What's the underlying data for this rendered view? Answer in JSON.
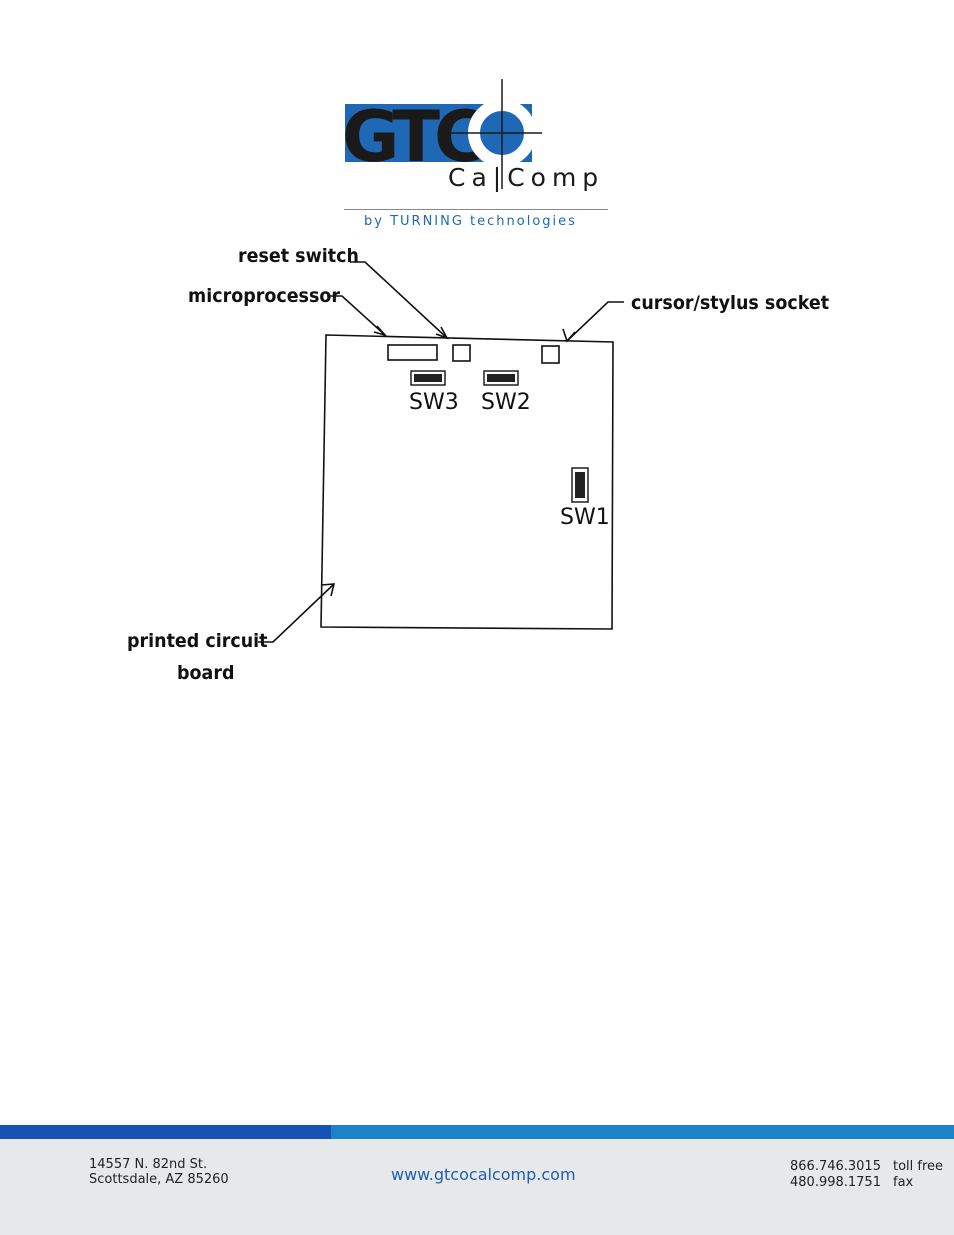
{
  "logo": {
    "gtco": "GTCO",
    "calcomp": "Ca|Comp",
    "byline": "by TURNING technologies",
    "colors": {
      "blue": "#1f68b5",
      "dark": "#1a1a1a"
    }
  },
  "diagram": {
    "labels": {
      "reset_switch": "reset switch",
      "microprocessor": "microprocessor",
      "cursor_socket": "cursor/stylus socket",
      "pcb_line1": "printed circuit",
      "pcb_line2": "board"
    },
    "switches": {
      "sw1": "SW1",
      "sw2": "SW2",
      "sw3": "SW3"
    }
  },
  "footer": {
    "address_line1": "14557 N. 82nd St.",
    "address_line2": "Scottsdale, AZ 85260",
    "website": "www.gtcocalcomp.com",
    "phone1": "866.746.3015",
    "phone1_label": "toll free",
    "phone2": "480.998.1751",
    "phone2_label": "fax",
    "colors": {
      "band_left": "#1553b5",
      "band_right": "#1d82c8",
      "background": "#e7e8ea"
    }
  }
}
